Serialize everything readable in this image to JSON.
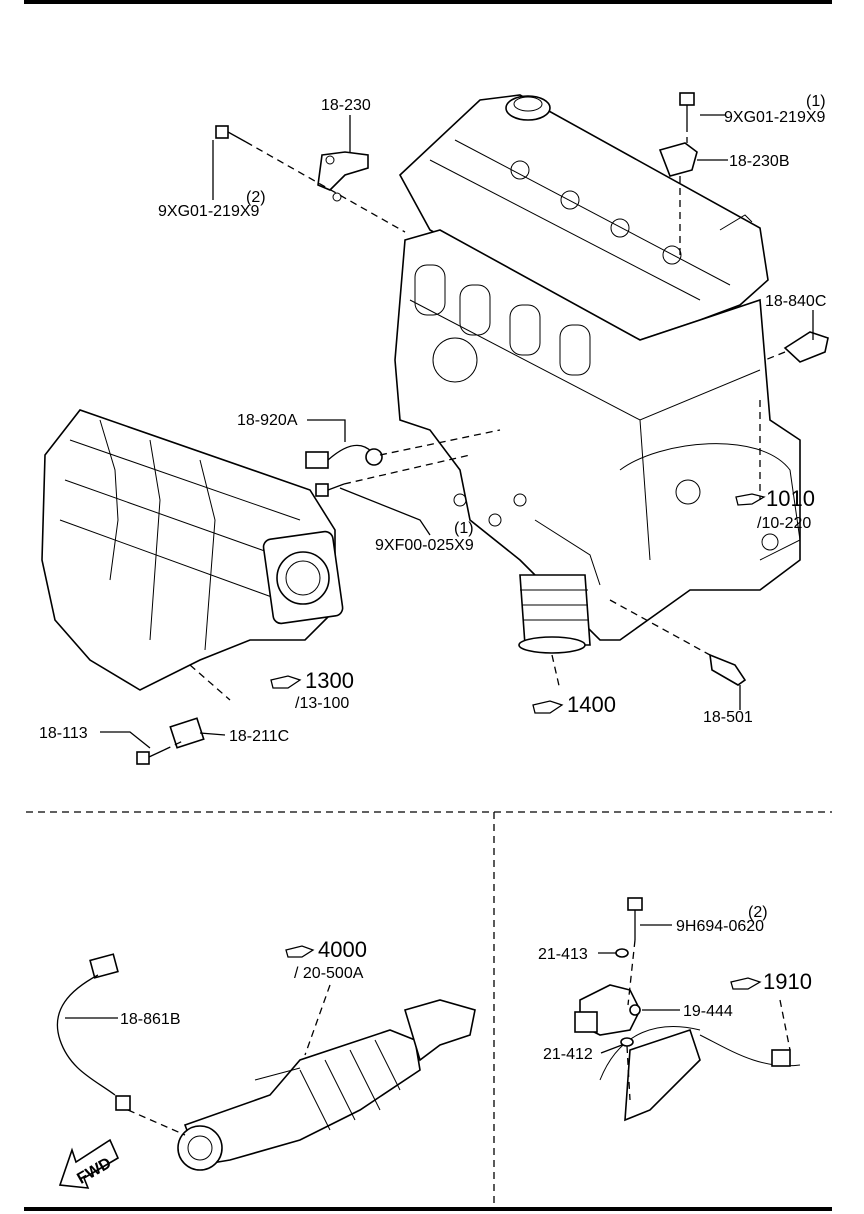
{
  "callouts": {
    "p18_230": "18-230",
    "q1_top": "(1)",
    "p9xg01_top": "9XG01-219X9",
    "p18_230b": "18-230B",
    "q2_left": "(2)",
    "p9xg01_left": "9XG01-219X9",
    "p18_840c": "18-840C",
    "p18_920a": "18-920A",
    "q1_mid": "(1)",
    "p9xf00": "9XF00-025X9",
    "ref1010": "1010",
    "ref1010_sub": "/10-220",
    "ref1300": "1300",
    "ref1300_sub": "/13-100",
    "ref1400": "1400",
    "p18_501": "18-501",
    "p18_113": "18-113",
    "p18_211c": "18-211C",
    "ref4000": "4000",
    "ref4000_sub": "/ 20-500A",
    "p18_861b": "18-861B",
    "fwd": "FWD",
    "q2_right": "(2)",
    "p9h694": "9H694-0620",
    "p21_413": "21-413",
    "p19_444": "19-444",
    "ref1910": "1910",
    "p21_412": "21-412"
  },
  "icons": [
    "pointing-hand-icon",
    "fwd-arrow-icon"
  ]
}
